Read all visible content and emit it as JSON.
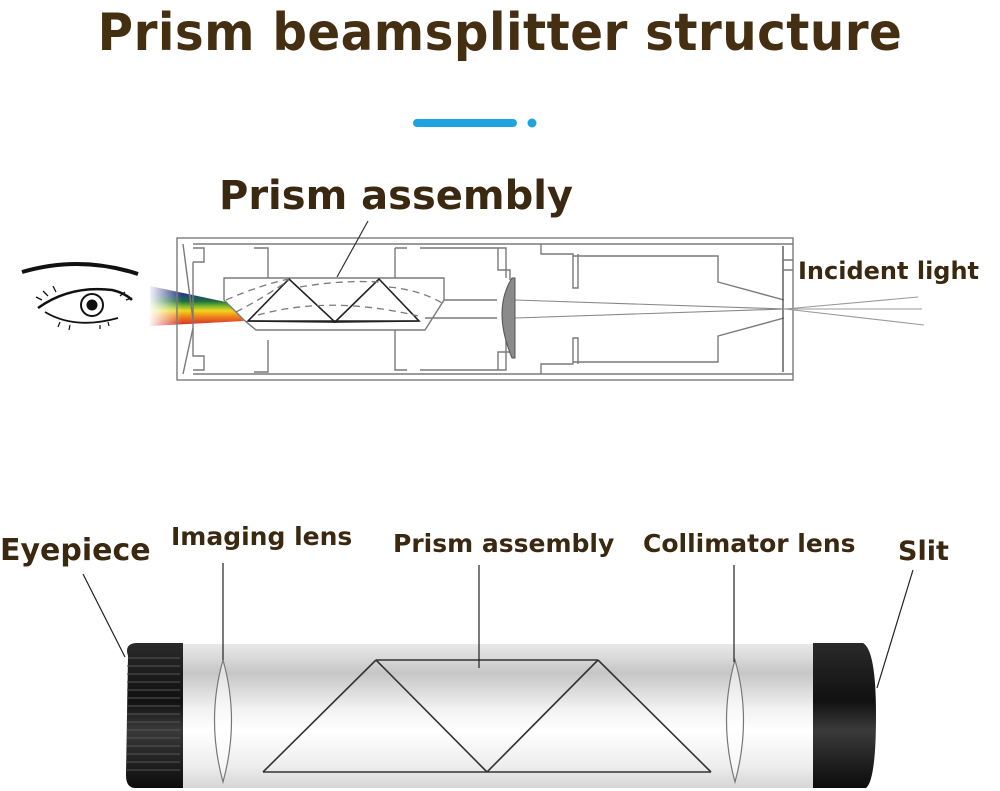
{
  "title": "Prism beamsplitter structure",
  "accent_color": "#1ea3e0",
  "text_color": "#452f13",
  "top_diagram": {
    "label_prism_assembly": "Prism assembly",
    "label_incident_light": "Incident light",
    "spectrum_colors": [
      "#3a2a6a",
      "#2a3f8f",
      "#1f6f3a",
      "#7ab52a",
      "#f0d020",
      "#f08a1a",
      "#d8202a"
    ]
  },
  "bottom_diagram": {
    "labels": {
      "eyepiece": "Eyepiece",
      "imaging_lens": "Imaging lens",
      "prism_assembly": "Prism assembly",
      "collimator_lens": "Collimator lens",
      "slit": "Slit"
    }
  }
}
